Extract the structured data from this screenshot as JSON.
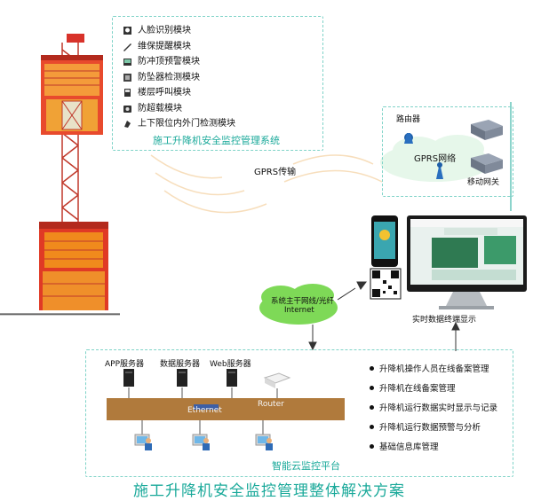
{
  "modules": [
    {
      "label": "人脸识别模块",
      "icon": "face-icon"
    },
    {
      "label": "维保提醒模块",
      "icon": "wrench-icon"
    },
    {
      "label": "防冲顶预警模块",
      "icon": "warning-icon"
    },
    {
      "label": "防坠器检测模块",
      "icon": "detector-icon"
    },
    {
      "label": "楼层呼叫模块",
      "icon": "call-icon"
    },
    {
      "label": "防超载模块",
      "icon": "scale-icon"
    },
    {
      "label": "上下限位内外门检测模块",
      "icon": "door-icon"
    }
  ],
  "system_title": "施工升降机安全监控管理系统",
  "gprs_transmit": "GPRS传输",
  "network": {
    "router": "路由器",
    "gprs_network": "GPRS网络",
    "mobile_gateway": "移动网关"
  },
  "terminal_label": "实时数据终端显示",
  "backbone": {
    "line1": "系统主干网线/光纤",
    "line2": "Internet"
  },
  "servers": {
    "app": "APP服务器",
    "data": "数据服务器",
    "web": "Web服务器"
  },
  "bus": {
    "ethernet": "Ethernet",
    "router": "Router"
  },
  "features": [
    "升降机操作人员在线备案管理",
    "升降机在线备案管理",
    "升降机运行数据实时显示与记录",
    "升降机运行数据预警与分析",
    "基础信息库管理"
  ],
  "platform_title": "智能云监控平台",
  "main_title": "施工升降机安全监控管理整体解决方案",
  "colors": {
    "accent": "#1aa99a",
    "tower_red": "#d8322a",
    "tower_orange": "#f08a1c",
    "bus": "#b07a3c",
    "cloud": "#7ed957"
  }
}
